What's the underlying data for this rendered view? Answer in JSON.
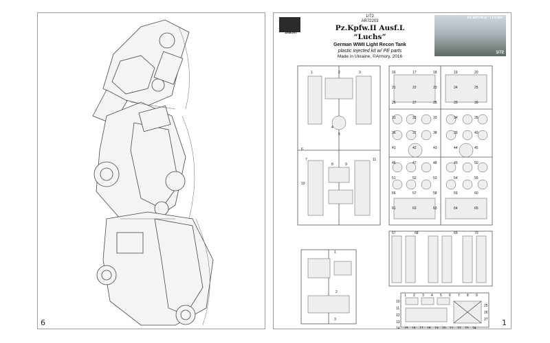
{
  "left_page": {
    "page_number": "6"
  },
  "right_page": {
    "page_number": "1",
    "brand_logo": "ARMORY",
    "scale": "1/72",
    "product_code": "AR72203",
    "kit_name": "Pz.Kpfw.II Ausf.L “Luchs”",
    "subtitle": "German WWII Light Recon Tank",
    "kit_type": "plastic injected kit w/ PE parts",
    "made_in": "Made in Ukraine, ©Armory, 2016",
    "box_art": {
      "title": "PZ.KPFW.II “LUCHS”",
      "scale": "1/72"
    },
    "sprue_part_numbers": {
      "sprue_a": [
        "1",
        "2",
        "3",
        "4",
        "5",
        "6",
        "7",
        "8",
        "9",
        "10",
        "11"
      ],
      "sprue_b": [
        "16",
        "17",
        "18",
        "19",
        "20",
        "21",
        "22",
        "23",
        "24",
        "25",
        "26",
        "27",
        "28",
        "29",
        "30",
        "31",
        "32",
        "33",
        "34",
        "35",
        "36",
        "37",
        "38",
        "39",
        "40",
        "41",
        "42",
        "43",
        "44",
        "45",
        "46",
        "47",
        "48",
        "49",
        "50",
        "51",
        "52",
        "53",
        "54",
        "55",
        "56",
        "57",
        "58",
        "59",
        "60",
        "61",
        "62",
        "63",
        "64",
        "65"
      ],
      "tracks": [
        "67",
        "68",
        "69",
        "70"
      ],
      "sprue_c": [
        "1",
        "2",
        "3"
      ],
      "pe_fret_top": [
        "1",
        "2",
        "3",
        "4",
        "5",
        "6",
        "7",
        "8",
        "9"
      ],
      "pe_fret_side": [
        "10",
        "11",
        "12",
        "13",
        "14",
        "25",
        "26",
        "27"
      ],
      "pe_fret_bottom": [
        "15",
        "16",
        "17",
        "18",
        "19",
        "20",
        "21",
        "22",
        "23",
        "24"
      ]
    }
  }
}
